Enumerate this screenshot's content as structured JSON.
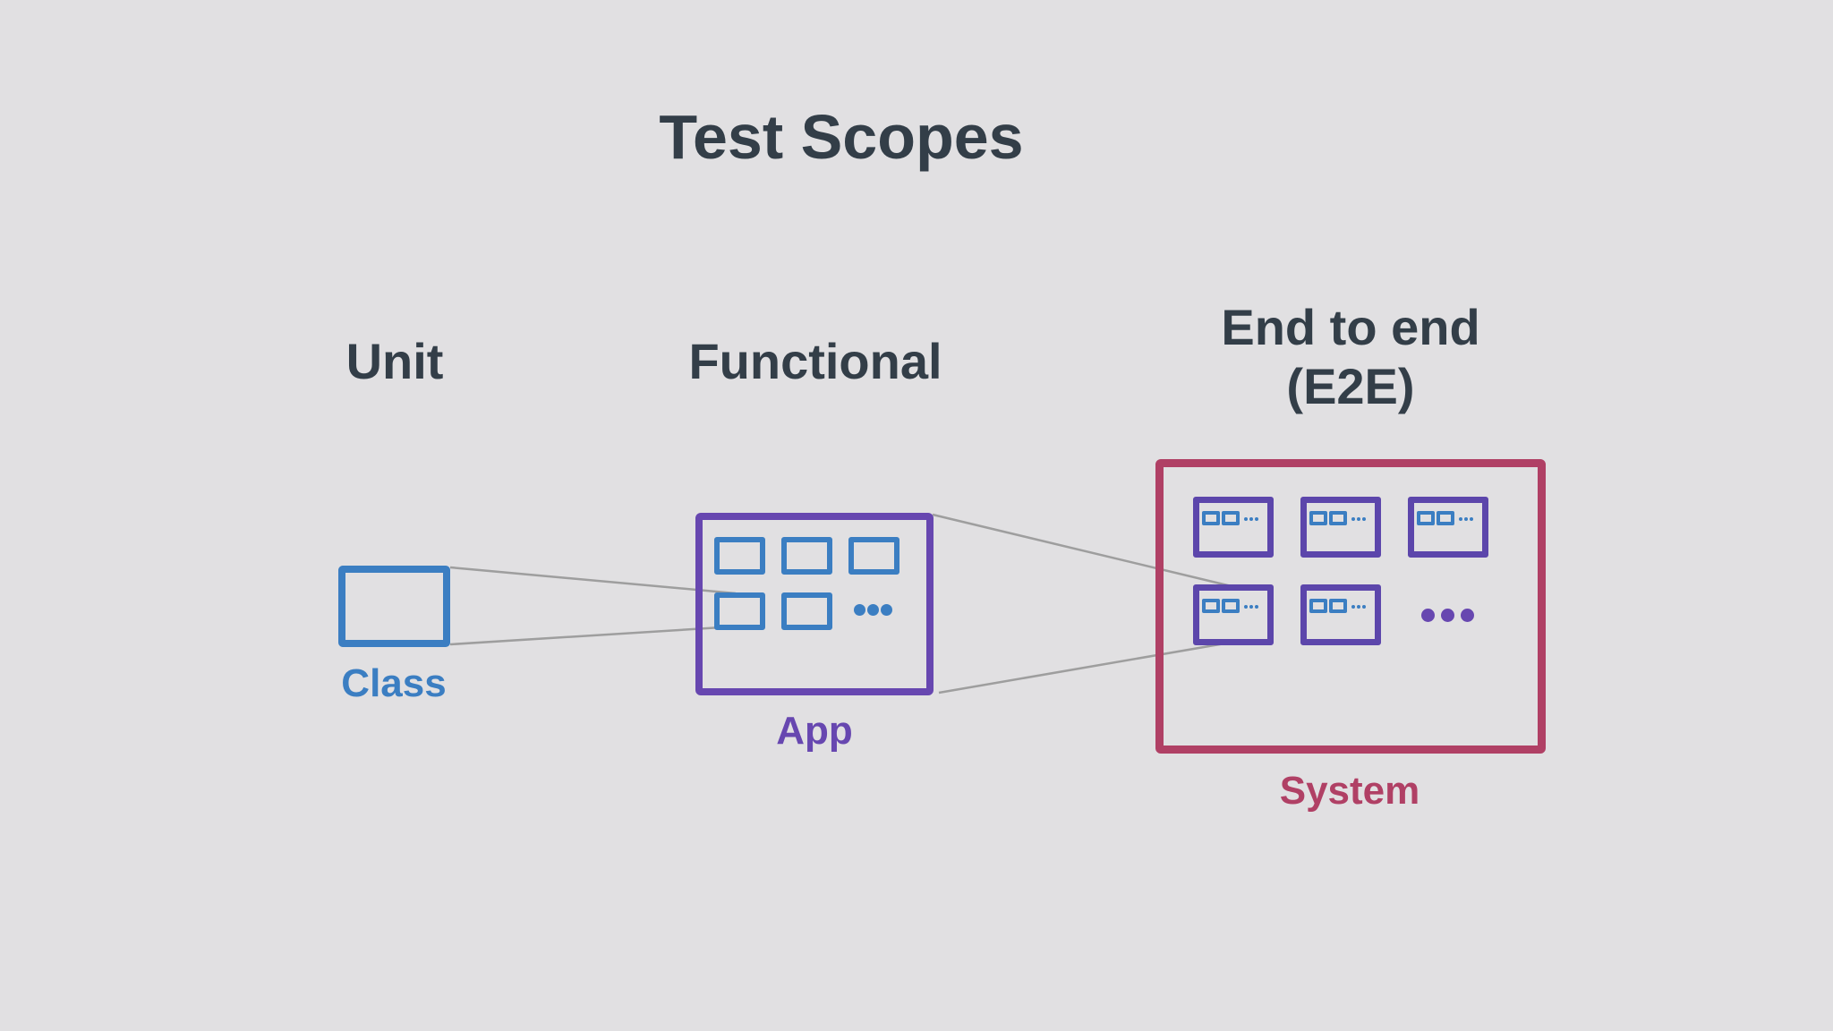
{
  "title": "Test Scopes",
  "columns": [
    {
      "heading": "Unit",
      "item_label": "Class"
    },
    {
      "heading": "Functional",
      "item_label": "App"
    },
    {
      "heading": "End to end\n(E2E)",
      "item_label": "System"
    }
  ],
  "icons": {
    "app_more": "ellipsis-dots",
    "system_more": "ellipsis-dots",
    "window_chrome": "two-square-buttons",
    "window_more": "ellipsis-dots"
  },
  "colors": {
    "background": "#e1e0e2",
    "heading_text": "#333e48",
    "unit_blue": "#3b7ec2",
    "app_purple": "#6747b0",
    "window_purple": "#5c46ab",
    "system_crimson": "#b04065",
    "connector_gray": "#9e9e9e"
  }
}
